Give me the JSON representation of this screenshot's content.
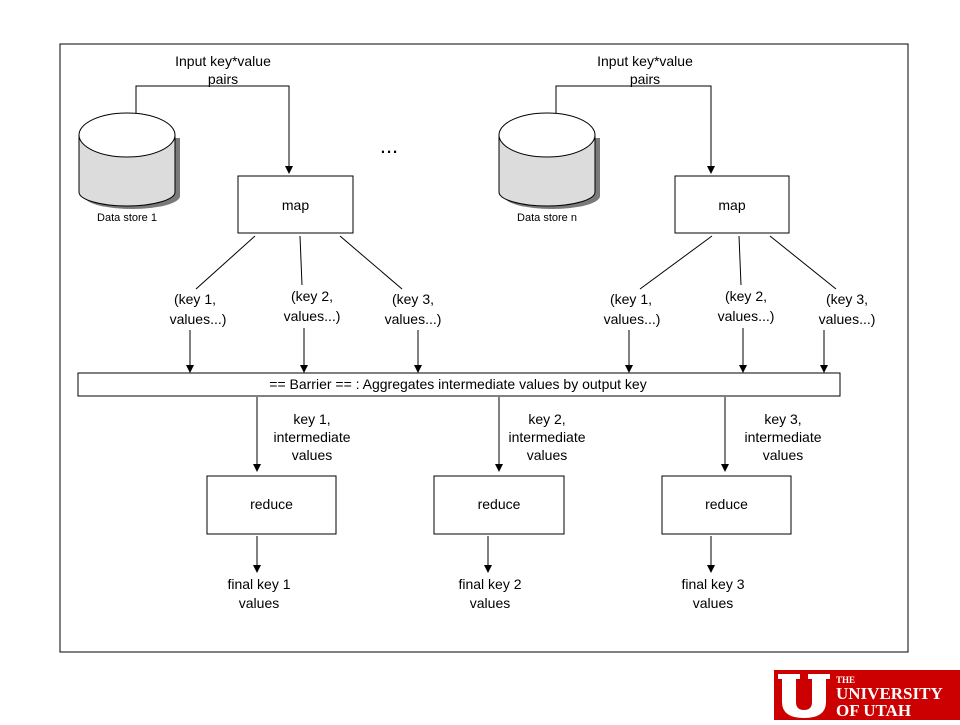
{
  "diagram": {
    "inputs": [
      {
        "label_line1": "Input key*value",
        "label_line2": "pairs"
      },
      {
        "label_line1": "Input key*value",
        "label_line2": "pairs"
      }
    ],
    "data_stores": [
      {
        "label": "Data store 1"
      },
      {
        "label": "Data store n"
      }
    ],
    "ellipsis": "...",
    "map_nodes": [
      {
        "label": "map"
      },
      {
        "label": "map"
      }
    ],
    "map_outputs": [
      [
        {
          "line1": "(key 1,",
          "line2": "values...)"
        },
        {
          "line1": "(key 2,",
          "line2": "values...)"
        },
        {
          "line1": "(key 3,",
          "line2": "values...)"
        }
      ],
      [
        {
          "line1": "(key 1,",
          "line2": "values...)"
        },
        {
          "line1": "(key 2,",
          "line2": "values...)"
        },
        {
          "line1": "(key 3,",
          "line2": "values...)"
        }
      ]
    ],
    "barrier": {
      "label": "== Barrier ==  : Aggregates intermediate values by output key"
    },
    "intermediate": [
      {
        "line1": "key 1,",
        "line2": "intermediate",
        "line3": "values"
      },
      {
        "line1": "key 2,",
        "line2": "intermediate",
        "line3": "values"
      },
      {
        "line1": "key 3,",
        "line2": "intermediate",
        "line3": "values"
      }
    ],
    "reduce_nodes": [
      {
        "label": "reduce"
      },
      {
        "label": "reduce"
      },
      {
        "label": "reduce"
      }
    ],
    "finals": [
      {
        "line1": "final key 1",
        "line2": "values"
      },
      {
        "line1": "final key 2",
        "line2": "values"
      },
      {
        "line1": "final key 3",
        "line2": "values"
      }
    ]
  },
  "logo": {
    "pre": "THE",
    "line1": "UNIVERSITY",
    "line2": "OF UTAH",
    "color": "#cc0000"
  }
}
